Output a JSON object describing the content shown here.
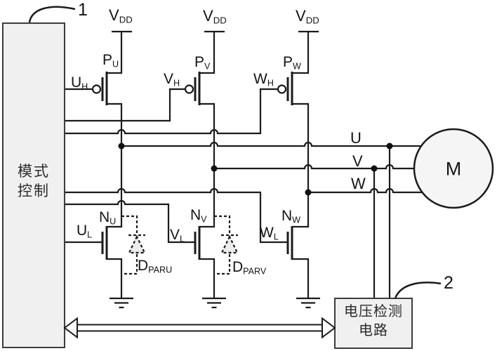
{
  "figure_labels": {
    "ref_1": "1",
    "ref_2": "2",
    "mode_block": {
      "line1": "模式",
      "line2": "控制"
    },
    "detect_block": {
      "line1": "电压检测",
      "line2": "电路"
    },
    "motor": "M",
    "supply": {
      "base": "V",
      "sub": "DD"
    },
    "transistors": {
      "p_u": {
        "base": "P",
        "sub": "U"
      },
      "p_v": {
        "base": "P",
        "sub": "V"
      },
      "p_w": {
        "base": "P",
        "sub": "W"
      },
      "n_u": {
        "base": "N",
        "sub": "U"
      },
      "n_v": {
        "base": "N",
        "sub": "V"
      },
      "n_w": {
        "base": "N",
        "sub": "W"
      }
    },
    "gates": {
      "u_h": {
        "base": "U",
        "sub": "H"
      },
      "v_h": {
        "base": "V",
        "sub": "H"
      },
      "w_h": {
        "base": "W",
        "sub": "H"
      },
      "u_l": {
        "base": "U",
        "sub": "L"
      },
      "v_l": {
        "base": "V",
        "sub": "L"
      },
      "w_l": {
        "base": "W",
        "sub": "L"
      }
    },
    "diodes": {
      "d_paru": {
        "base": "D",
        "sub": "PARU"
      },
      "d_parv": {
        "base": "D",
        "sub": "PARV"
      }
    },
    "phases": {
      "u": "U",
      "v": "V",
      "w": "W"
    },
    "colors": {
      "line": "#1b1b1b",
      "block_fill": "#f0f0f0",
      "motor_fill": "#f5f5f5",
      "block_border": "#3c3c3c"
    }
  }
}
